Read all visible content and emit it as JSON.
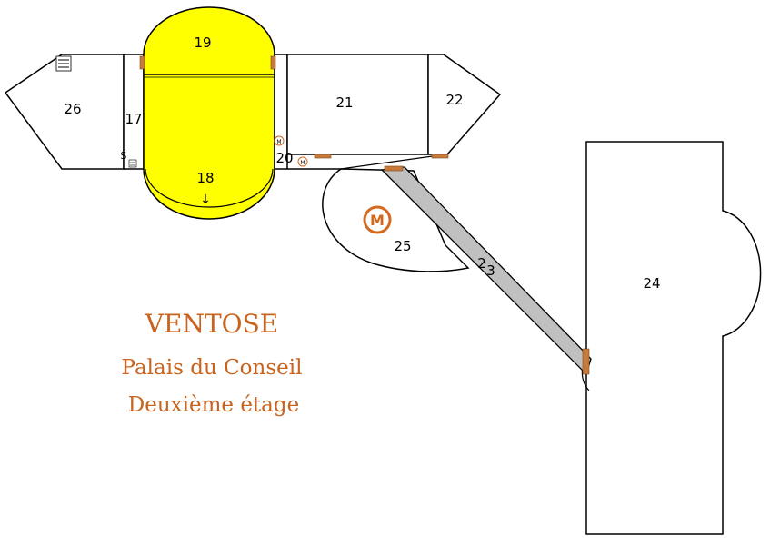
{
  "title": {
    "line1": "VENTOSE",
    "line2": "Palais du Conseil",
    "line3": "Deuxième étage",
    "color": "#c8641e"
  },
  "rooms": {
    "r17": "17",
    "r18": "18",
    "r19": "19",
    "r20": "20",
    "r21": "21",
    "r22": "22",
    "r23_a": "2",
    "r23_b": "3",
    "r24": "24",
    "r25": "25",
    "r26": "26"
  },
  "symbols": {
    "stairs_down_arrow": "↓",
    "stair_symbol": "$",
    "monster_large": "M",
    "monster_small_a": "M",
    "monster_small_b": "M"
  },
  "colors": {
    "highlight": "#ffff00",
    "door": "#c87a3a",
    "corridor": "#c0c0c0",
    "monster": "#d2691e"
  }
}
